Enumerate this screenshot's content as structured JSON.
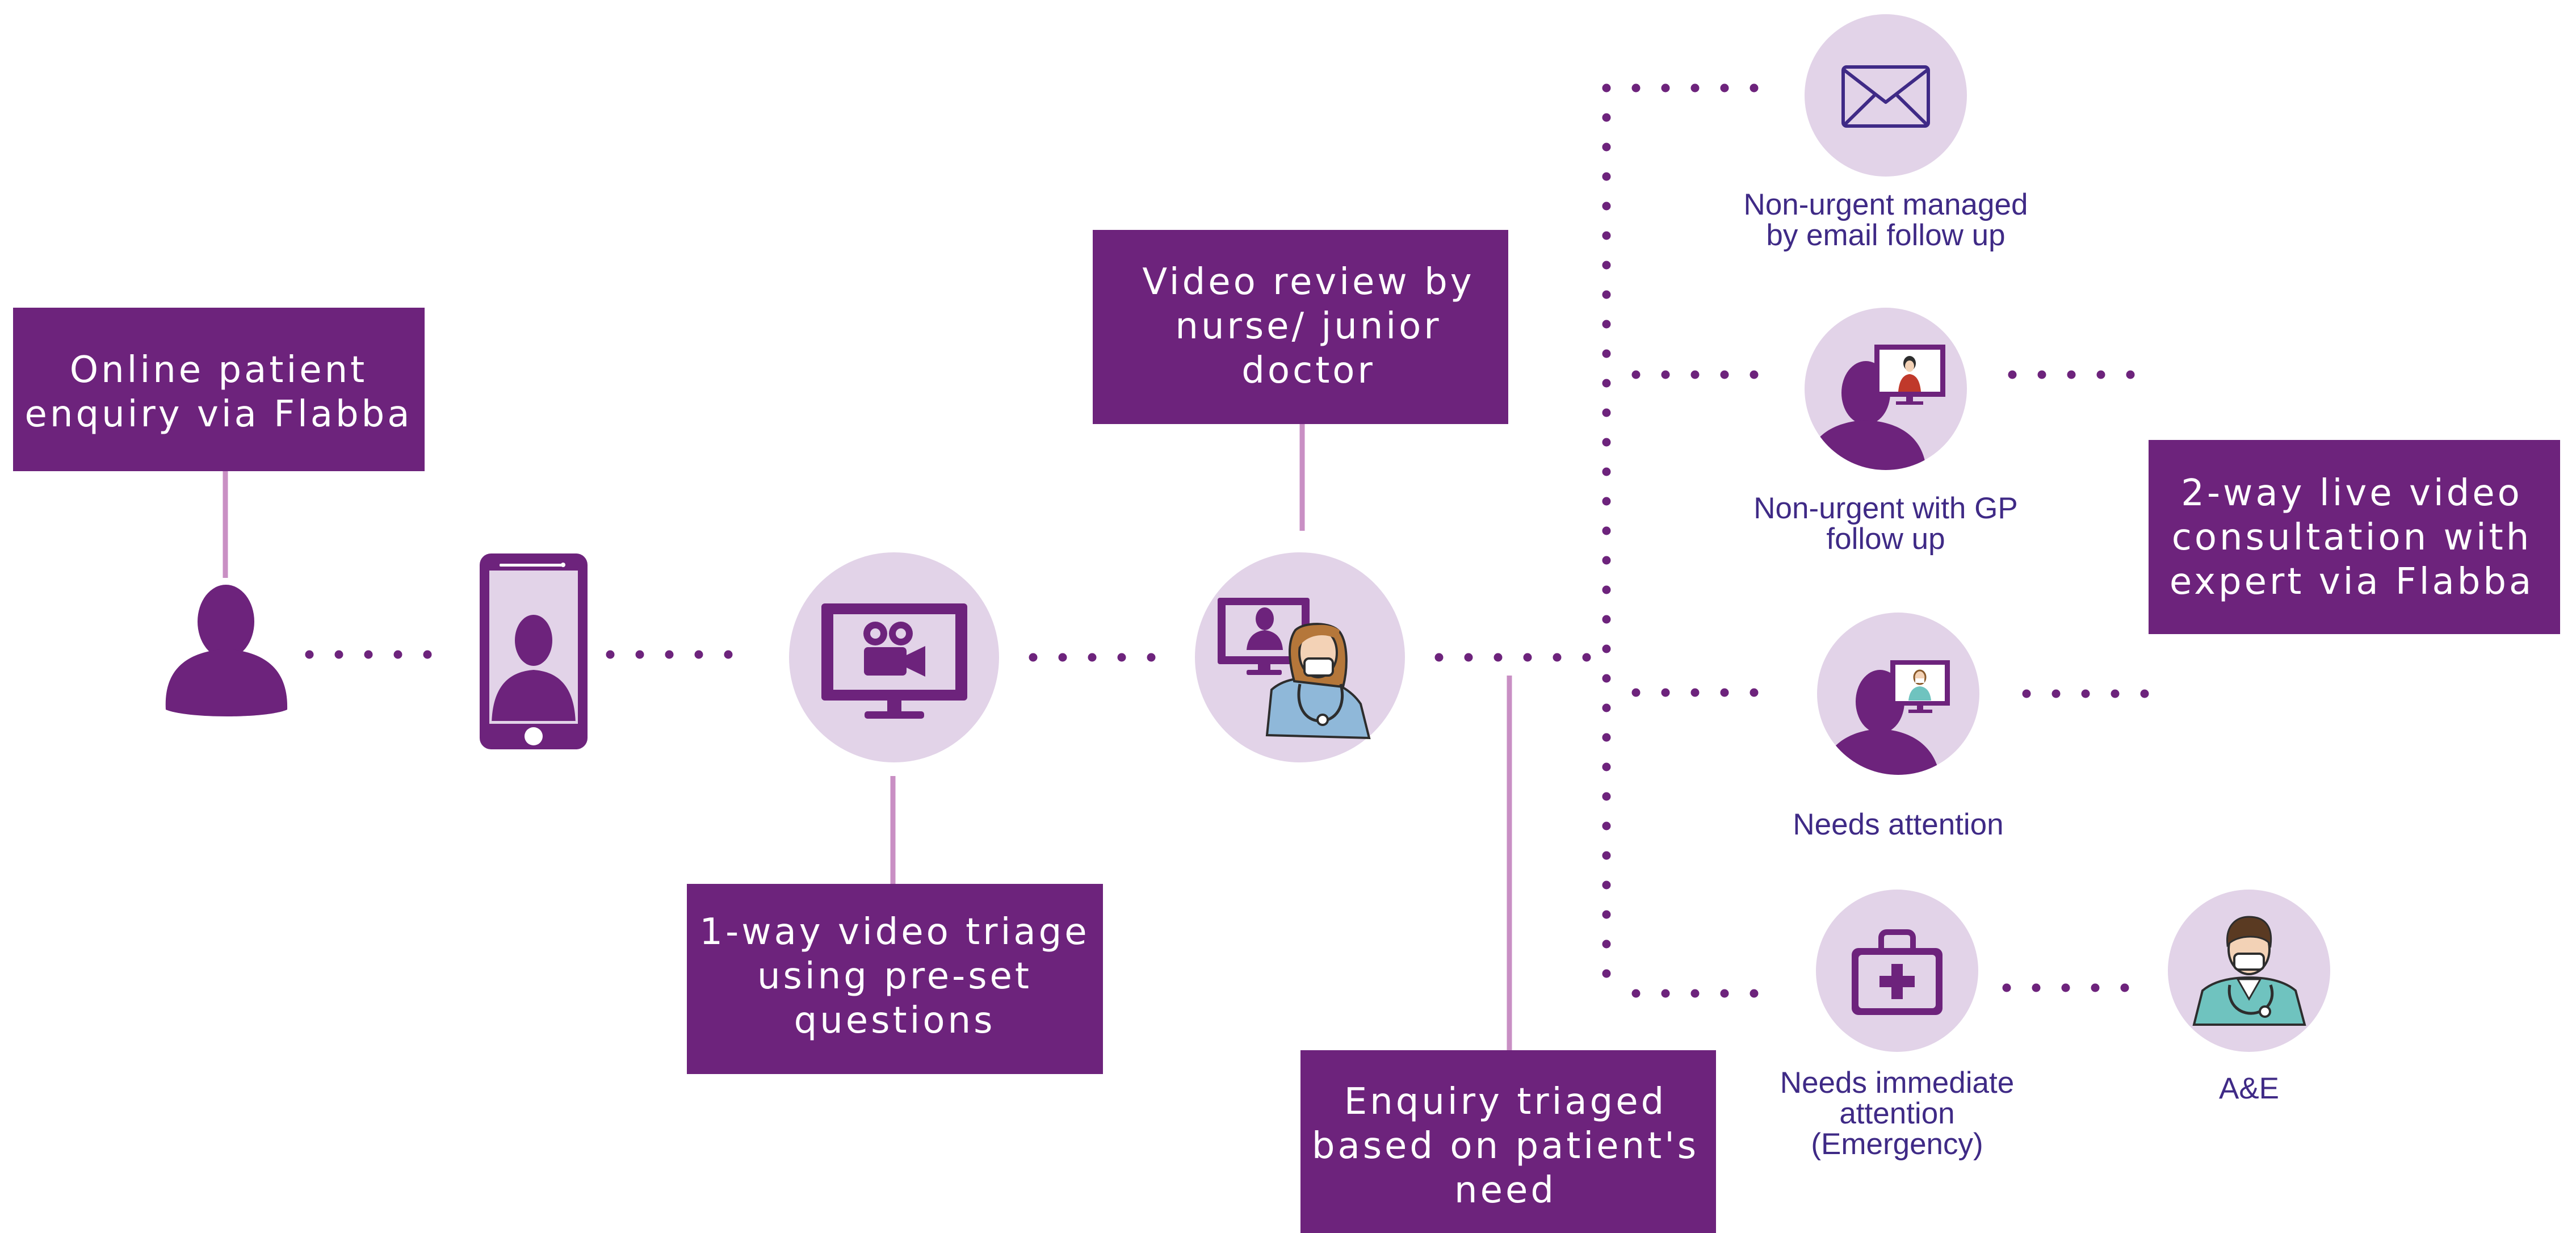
{
  "colors": {
    "box": "#6d237c",
    "circle": "#e2d3e8",
    "dots": "#6d237c",
    "connector": "#c98fc4",
    "icon": "#6d237c",
    "caption_text": "#3f2a86",
    "box_text": "#ffffff"
  },
  "boxes": {
    "online_enquiry": [
      "Online patient",
      "enquiry via Flabba"
    ],
    "video_triage": [
      "1-way video triage",
      "using pre-set",
      "questions"
    ],
    "video_review": [
      "Video review by",
      "nurse/ junior",
      "doctor"
    ],
    "enquiry_triaged": [
      "Enquiry triaged",
      "based on patient's",
      "need"
    ],
    "live_consultation": [
      "2-way live video",
      "consultation with",
      "expert via Flabba"
    ]
  },
  "captions": {
    "email_follow_up": [
      "Non-urgent managed",
      "by email follow up"
    ],
    "gp_follow_up": [
      "Non-urgent with GP",
      "follow up"
    ],
    "needs_attention": [
      "Needs attention"
    ],
    "emergency": [
      "Needs immediate",
      "attention",
      "(Emergency)"
    ],
    "ae": [
      "A&E"
    ]
  },
  "icons": {
    "patient": "person-icon",
    "phone": "smartphone-icon",
    "video_monitor": "video-camera-monitor-icon",
    "nurse": "nurse-with-monitor-icon",
    "email": "envelope-icon",
    "gp": "person-with-doctor-screen-icon",
    "attention": "person-with-doctor-screen-icon",
    "medical_kit": "first-aid-kit-icon",
    "doctor": "doctor-icon"
  }
}
